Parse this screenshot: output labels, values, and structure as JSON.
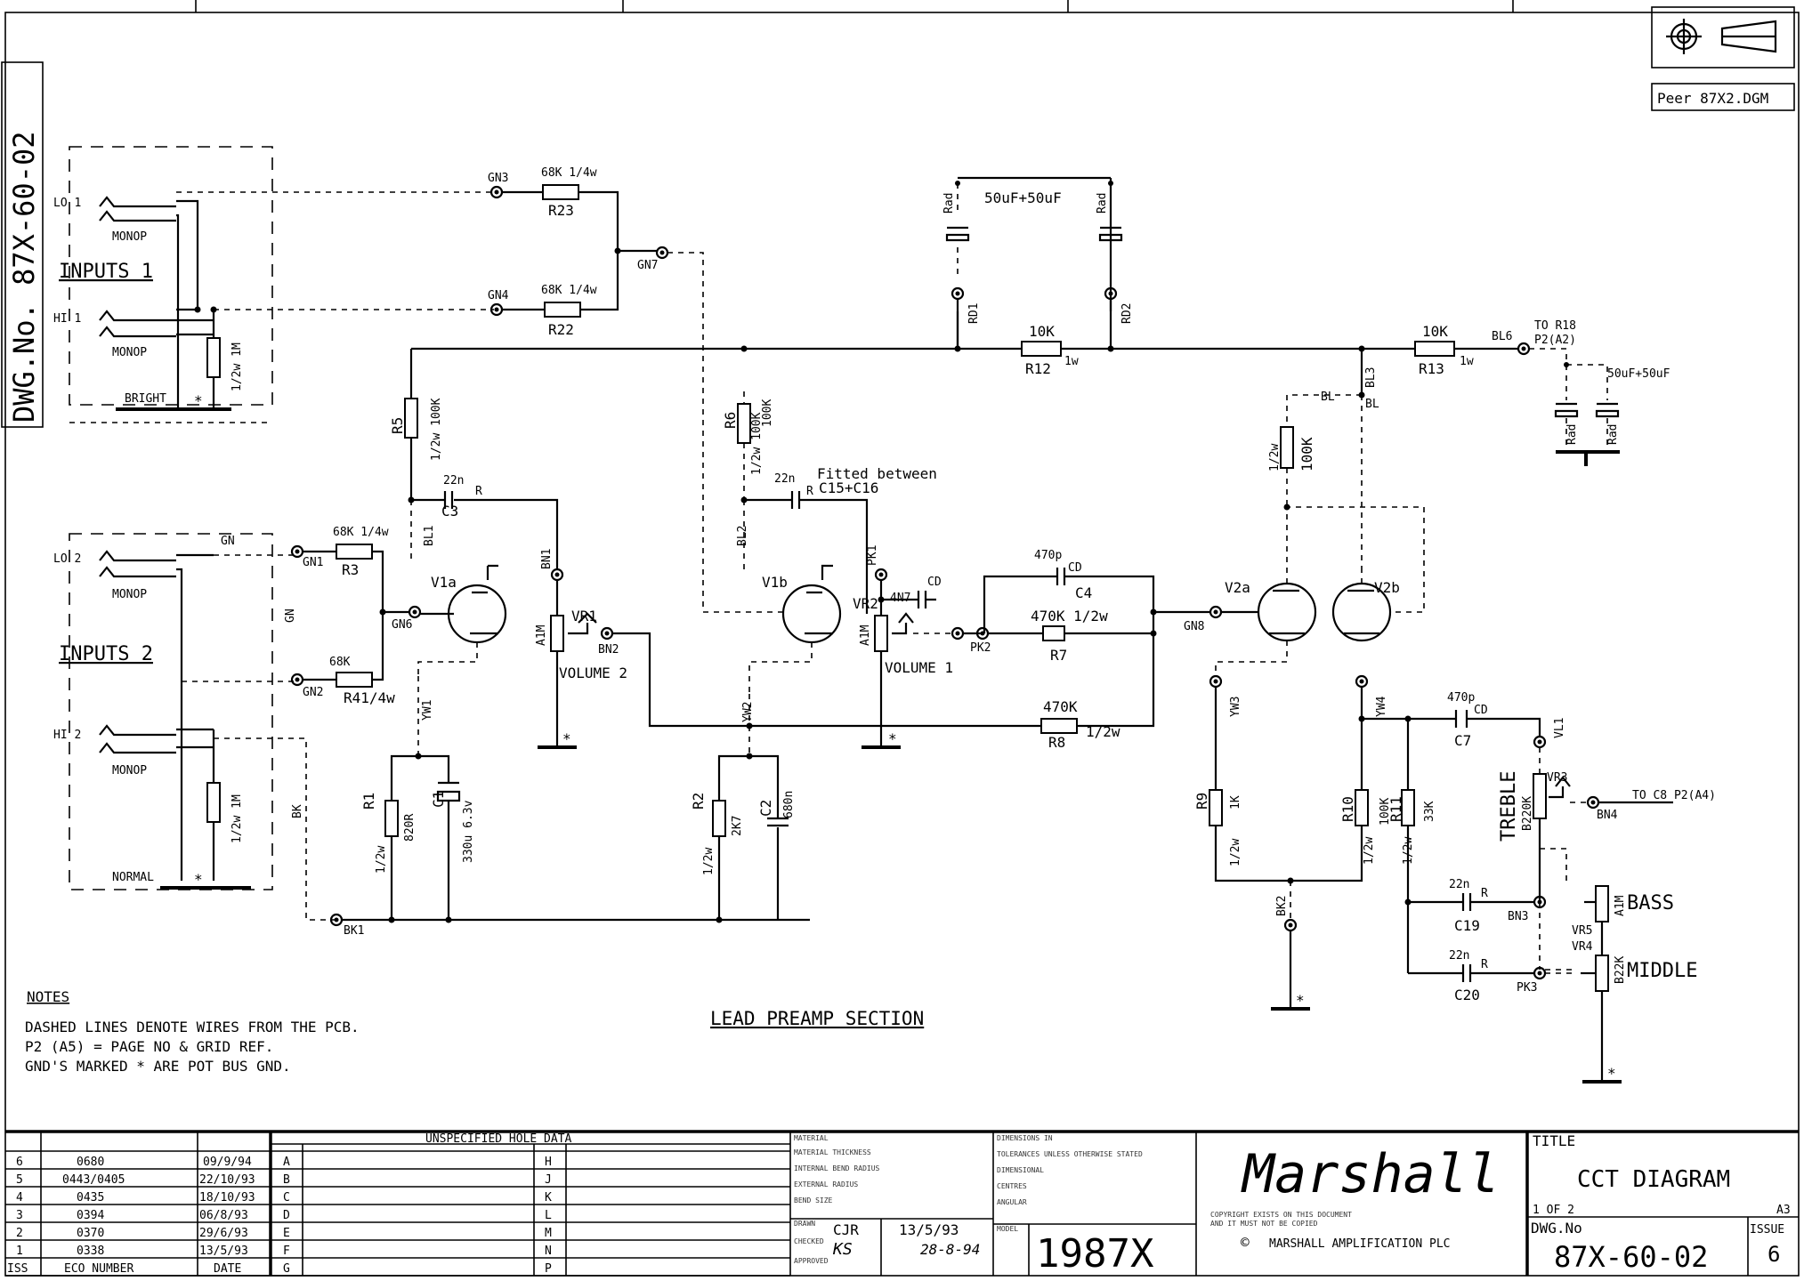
{
  "side_title": "DWG.No. 87X-60-02",
  "peer_file": "Peer 87X2.DGM",
  "section_title": "LEAD PREAMP SECTION",
  "notes": {
    "heading": "NOTES",
    "lines": [
      "DASHED LINES DENOTE WIRES FROM THE PCB.",
      "P2 (A5) = PAGE NO & GRID REF.",
      "GND'S MARKED * ARE POT BUS GND."
    ]
  },
  "inputs": {
    "group1": "INPUTS 1",
    "group2": "INPUTS 2",
    "lo1": "LO 1",
    "hi1": "HI 1",
    "lo2": "LO 2",
    "hi2": "HI 2",
    "monop": "MONOP",
    "bright": "BRIGHT",
    "normal": "NORMAL"
  },
  "components": {
    "r23": "R23",
    "r23v": "68K 1/4w",
    "r22": "R22",
    "r22v": "68K 1/4w",
    "r5": "R5",
    "r5v": "1/2w 100K",
    "r6": "R6",
    "r6v": "100K",
    "r3": "R3",
    "r3v": "68K 1/4w",
    "r41": "R41/4w",
    "r41v": "68K",
    "r12": "R12",
    "r12v": "10K",
    "r12w": "1w",
    "r13": "R13",
    "r13v": "10K",
    "r13w": "1w",
    "r7": "R7",
    "r7v": "470K 1/2w",
    "r8": "R8",
    "r8v": "470K",
    "r8w": "1/2w",
    "r1": "R1",
    "r1v": "820R",
    "r1w": "1/2w",
    "r2": "R2",
    "r2v": "2K7",
    "r2w": "1/2w",
    "r9": "R9",
    "r9v": "1K",
    "r9w": "1/2w",
    "r10": "R10",
    "r10v": "100K",
    "r10w": "1/2w",
    "r11": "R11",
    "r11v": "33K",
    "r11w": "1/2w",
    "rbl": "100K",
    "rblw": "1/2w",
    "rin1": "1/2w 1M",
    "rin2": "1/2w 1M",
    "c1": "C1",
    "c1v": "330u 6.3v",
    "c2": "C2",
    "c2v": "680n",
    "c3": "C3",
    "c3v": "22n",
    "c4": "C4",
    "c4v": "470p",
    "c4t": "CD",
    "c7": "C7",
    "c7v": "470p",
    "c7t": "CD",
    "c19": "C19",
    "c19v": "22n",
    "c20": "C20",
    "c20v": "22n",
    "c16": "22n",
    "fitted": "Fitted between",
    "fitted2": "C15+C16",
    "cap_4n7": "4N7",
    "cd": "CD",
    "r_mark": "R",
    "cap_top": "50uF+50uF",
    "cap_right": "50uF+50uF",
    "rad": "Rad",
    "v1a": "V1a",
    "v1b": "V1b",
    "v2a": "V2a",
    "v2b": "V2b",
    "vr1": "VR1",
    "vr2": "VR2",
    "vr3": "VR3",
    "vr4": "VR4",
    "vr5": "VR5",
    "a1m": "A1M",
    "b220k": "B220K",
    "b22k": "B22K",
    "volume2": "VOLUME 2",
    "volume1": "VOLUME 1",
    "treble": "TREBLE",
    "bass": "BASS",
    "middle": "MIDDLE",
    "to_r18": "TO R18",
    "p2a2": "P2(A2)",
    "to_c8": "TO C8 P2(A4)"
  },
  "nodes": {
    "gn3": "GN3",
    "gn4": "GN4",
    "gn7": "GN7",
    "gn1": "GN1",
    "gn2": "GN2",
    "gn6": "GN6",
    "gn8": "GN8",
    "gn": "GN",
    "bl": "BL",
    "bl1": "BL1",
    "bl2": "BL2",
    "bl3": "BL3",
    "bl6": "BL6",
    "bn1": "BN1",
    "bn2": "BN2",
    "bn3": "BN3",
    "bn4": "BN4",
    "pk1": "PK1",
    "pk2": "PK2",
    "pk3": "PK3",
    "yw1": "YW1",
    "yw2": "YW2",
    "yw3": "YW3",
    "yw4": "YW4",
    "bk": "BK",
    "bk1": "BK1",
    "bk2": "BK2",
    "rd1": "RD1",
    "rd2": "RD2",
    "vl1": "VL1"
  },
  "title_block": {
    "hole_data": "UNSPECIFIED HOLE DATA",
    "eco_header": {
      "iss": "ISS",
      "eco": "ECO NUMBER",
      "date": "DATE"
    },
    "eco_rows": [
      {
        "iss": "6",
        "eco": "0680",
        "date": "09/9/94",
        "l": "A",
        "r": "H"
      },
      {
        "iss": "5",
        "eco": "0443/0405",
        "date": "22/10/93",
        "l": "B",
        "r": "J"
      },
      {
        "iss": "4",
        "eco": "0435",
        "date": "18/10/93",
        "l": "C",
        "r": "K"
      },
      {
        "iss": "3",
        "eco": "0394",
        "date": "06/8/93",
        "l": "D",
        "r": "L"
      },
      {
        "iss": "2",
        "eco": "0370",
        "date": "29/6/93",
        "l": "E",
        "r": "M"
      },
      {
        "iss": "1",
        "eco": "0338",
        "date": "13/5/93",
        "l": "F",
        "r": "N"
      }
    ],
    "last_row": {
      "l": "G",
      "r": "P"
    },
    "drawn_by": "CJR",
    "drawn_date": "13/5/93",
    "checked_by": "KS",
    "checked_date": "28-8-94",
    "model": "1987X",
    "company": "MARSHALL AMPLIFICATION PLC",
    "logo": "Marshall",
    "title_label": "TITLE",
    "title": "CCT DIAGRAM",
    "sheet": "1 OF 2",
    "size": "A3",
    "dwg_label": "DWG.No",
    "dwg_no": "87X-60-02",
    "issue_label": "ISSUE",
    "issue": "6"
  }
}
